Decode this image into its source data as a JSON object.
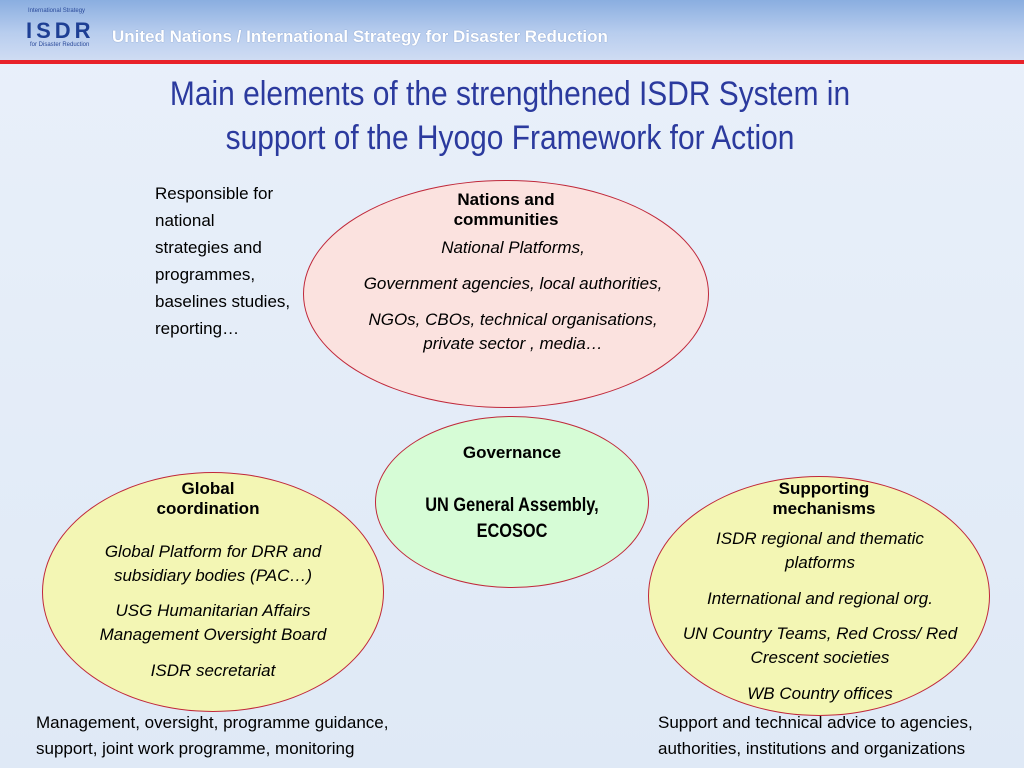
{
  "header": {
    "logo": {
      "top_text": "International Strategy",
      "letters": "ISDR",
      "bottom_text": "for Disaster Reduction"
    },
    "title": "United Nations / International Strategy for Disaster Reduction"
  },
  "slide": {
    "title_lines": [
      "Main elements of the strengthened ISDR System in",
      "support of the Hyogo Framework for Action"
    ]
  },
  "annotations": {
    "left_top": [
      "Responsible for",
      "national",
      "strategies and",
      "programmes,",
      "baselines studies,",
      "reporting…"
    ],
    "bottom_left": [
      "Management, oversight, programme guidance,",
      "support, joint work programme, monitoring"
    ],
    "bottom_right": [
      "Support and technical advice to agencies,",
      "authorities, institutions and organizations"
    ]
  },
  "nations": {
    "title_lines": [
      "Nations and",
      "communities"
    ],
    "items": [
      "National Platforms,",
      "Government agencies, local authorities,",
      "NGOs, CBOs, technical organisations,",
      "private sector , media…"
    ]
  },
  "governance": {
    "title": "Governance",
    "body_lines": [
      "UN General Assembly,",
      "ECOSOC"
    ]
  },
  "global": {
    "title_lines": [
      "Global",
      "coordination"
    ],
    "items": [
      "Global Platform for DRR and",
      "subsidiary bodies (PAC…)",
      "USG Humanitarian Affairs",
      "Management Oversight Board",
      "ISDR secretariat"
    ]
  },
  "supporting": {
    "title_lines": [
      "Supporting",
      "mechanisms"
    ],
    "items": [
      "ISDR regional and thematic",
      "platforms",
      "International and regional org.",
      "UN Country Teams, Red Cross/ Red",
      "Crescent societies",
      "WB Country offices"
    ]
  },
  "colors": {
    "title_blue": "#2b3a9e",
    "header_red_line": "#e8222a",
    "ellipse_border": "#c0283a",
    "nations_fill": "#fbe2df",
    "governance_fill": "#d6fcd6",
    "yellow_fill": "#f3f6b4"
  }
}
